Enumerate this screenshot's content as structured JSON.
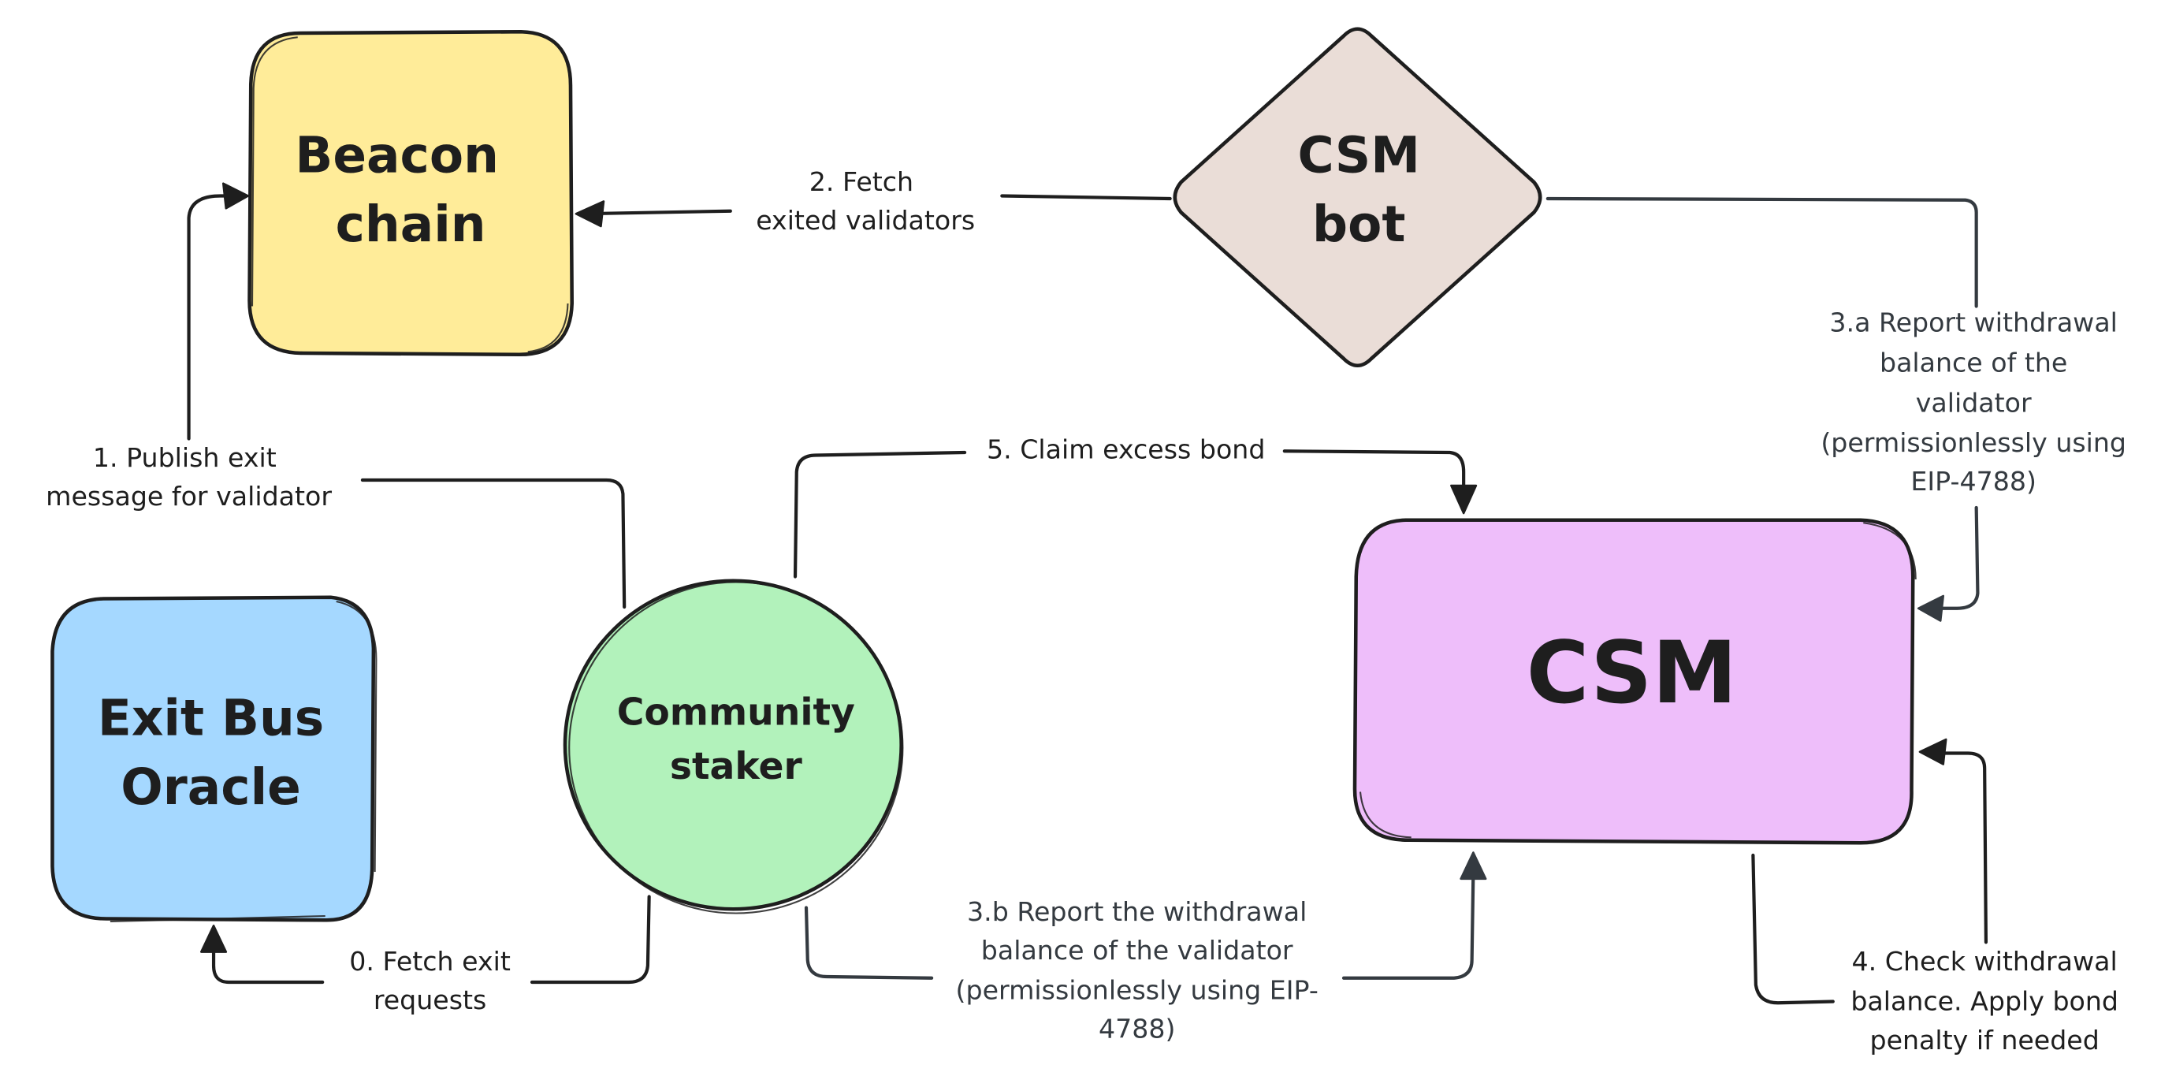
{
  "diagram": {
    "colors": {
      "stroke": "#1e1e1e",
      "stroke_secondary": "#343a40",
      "beacon_chain_fill": "#ffec99",
      "csm_bot_fill": "#eaddd7",
      "exit_bus_oracle_fill": "#a5d8ff",
      "community_staker_fill": "#b2f2bb",
      "csm_fill": "#eebefa",
      "background": "#ffffff"
    },
    "nodes": {
      "beacon_chain": {
        "lines": [
          "Beacon",
          "chain"
        ],
        "shape": "rounded-rectangle"
      },
      "csm_bot": {
        "lines": [
          "CSM",
          "bot"
        ],
        "shape": "diamond"
      },
      "exit_bus_oracle": {
        "lines": [
          "Exit Bus",
          "Oracle"
        ],
        "shape": "rounded-rectangle"
      },
      "community_staker": {
        "lines": [
          "Community",
          "staker"
        ],
        "shape": "ellipse"
      },
      "csm": {
        "lines": [
          "CSM"
        ],
        "shape": "rounded-rectangle"
      }
    },
    "edges": {
      "step0": {
        "from": "community_staker",
        "to": "exit_bus_oracle",
        "lines": [
          "0. Fetch exit",
          "requests"
        ]
      },
      "step1": {
        "from": "community_staker",
        "to": "beacon_chain",
        "lines": [
          "1. Publish exit",
          "message for validator"
        ]
      },
      "step2": {
        "from": "csm_bot",
        "to": "beacon_chain",
        "lines": [
          "2. Fetch",
          "exited validators"
        ]
      },
      "step3a": {
        "from": "csm_bot",
        "to": "csm",
        "lines": [
          "3.a Report withdrawal",
          "balance of the",
          "validator",
          "(permissionlessly using",
          "EIP-4788)"
        ]
      },
      "step3b": {
        "from": "community_staker",
        "to": "csm",
        "lines": [
          "3.b Report the withdrawal",
          "balance of the validator",
          "(permissionlessly using EIP-",
          "4788)"
        ]
      },
      "step4": {
        "from": "csm",
        "to": "csm",
        "lines": [
          "4. Check withdrawal",
          "balance. Apply bond",
          "penalty if needed"
        ]
      },
      "step5": {
        "from": "community_staker",
        "to": "csm",
        "lines": [
          "5. Claim excess bond"
        ]
      }
    }
  }
}
